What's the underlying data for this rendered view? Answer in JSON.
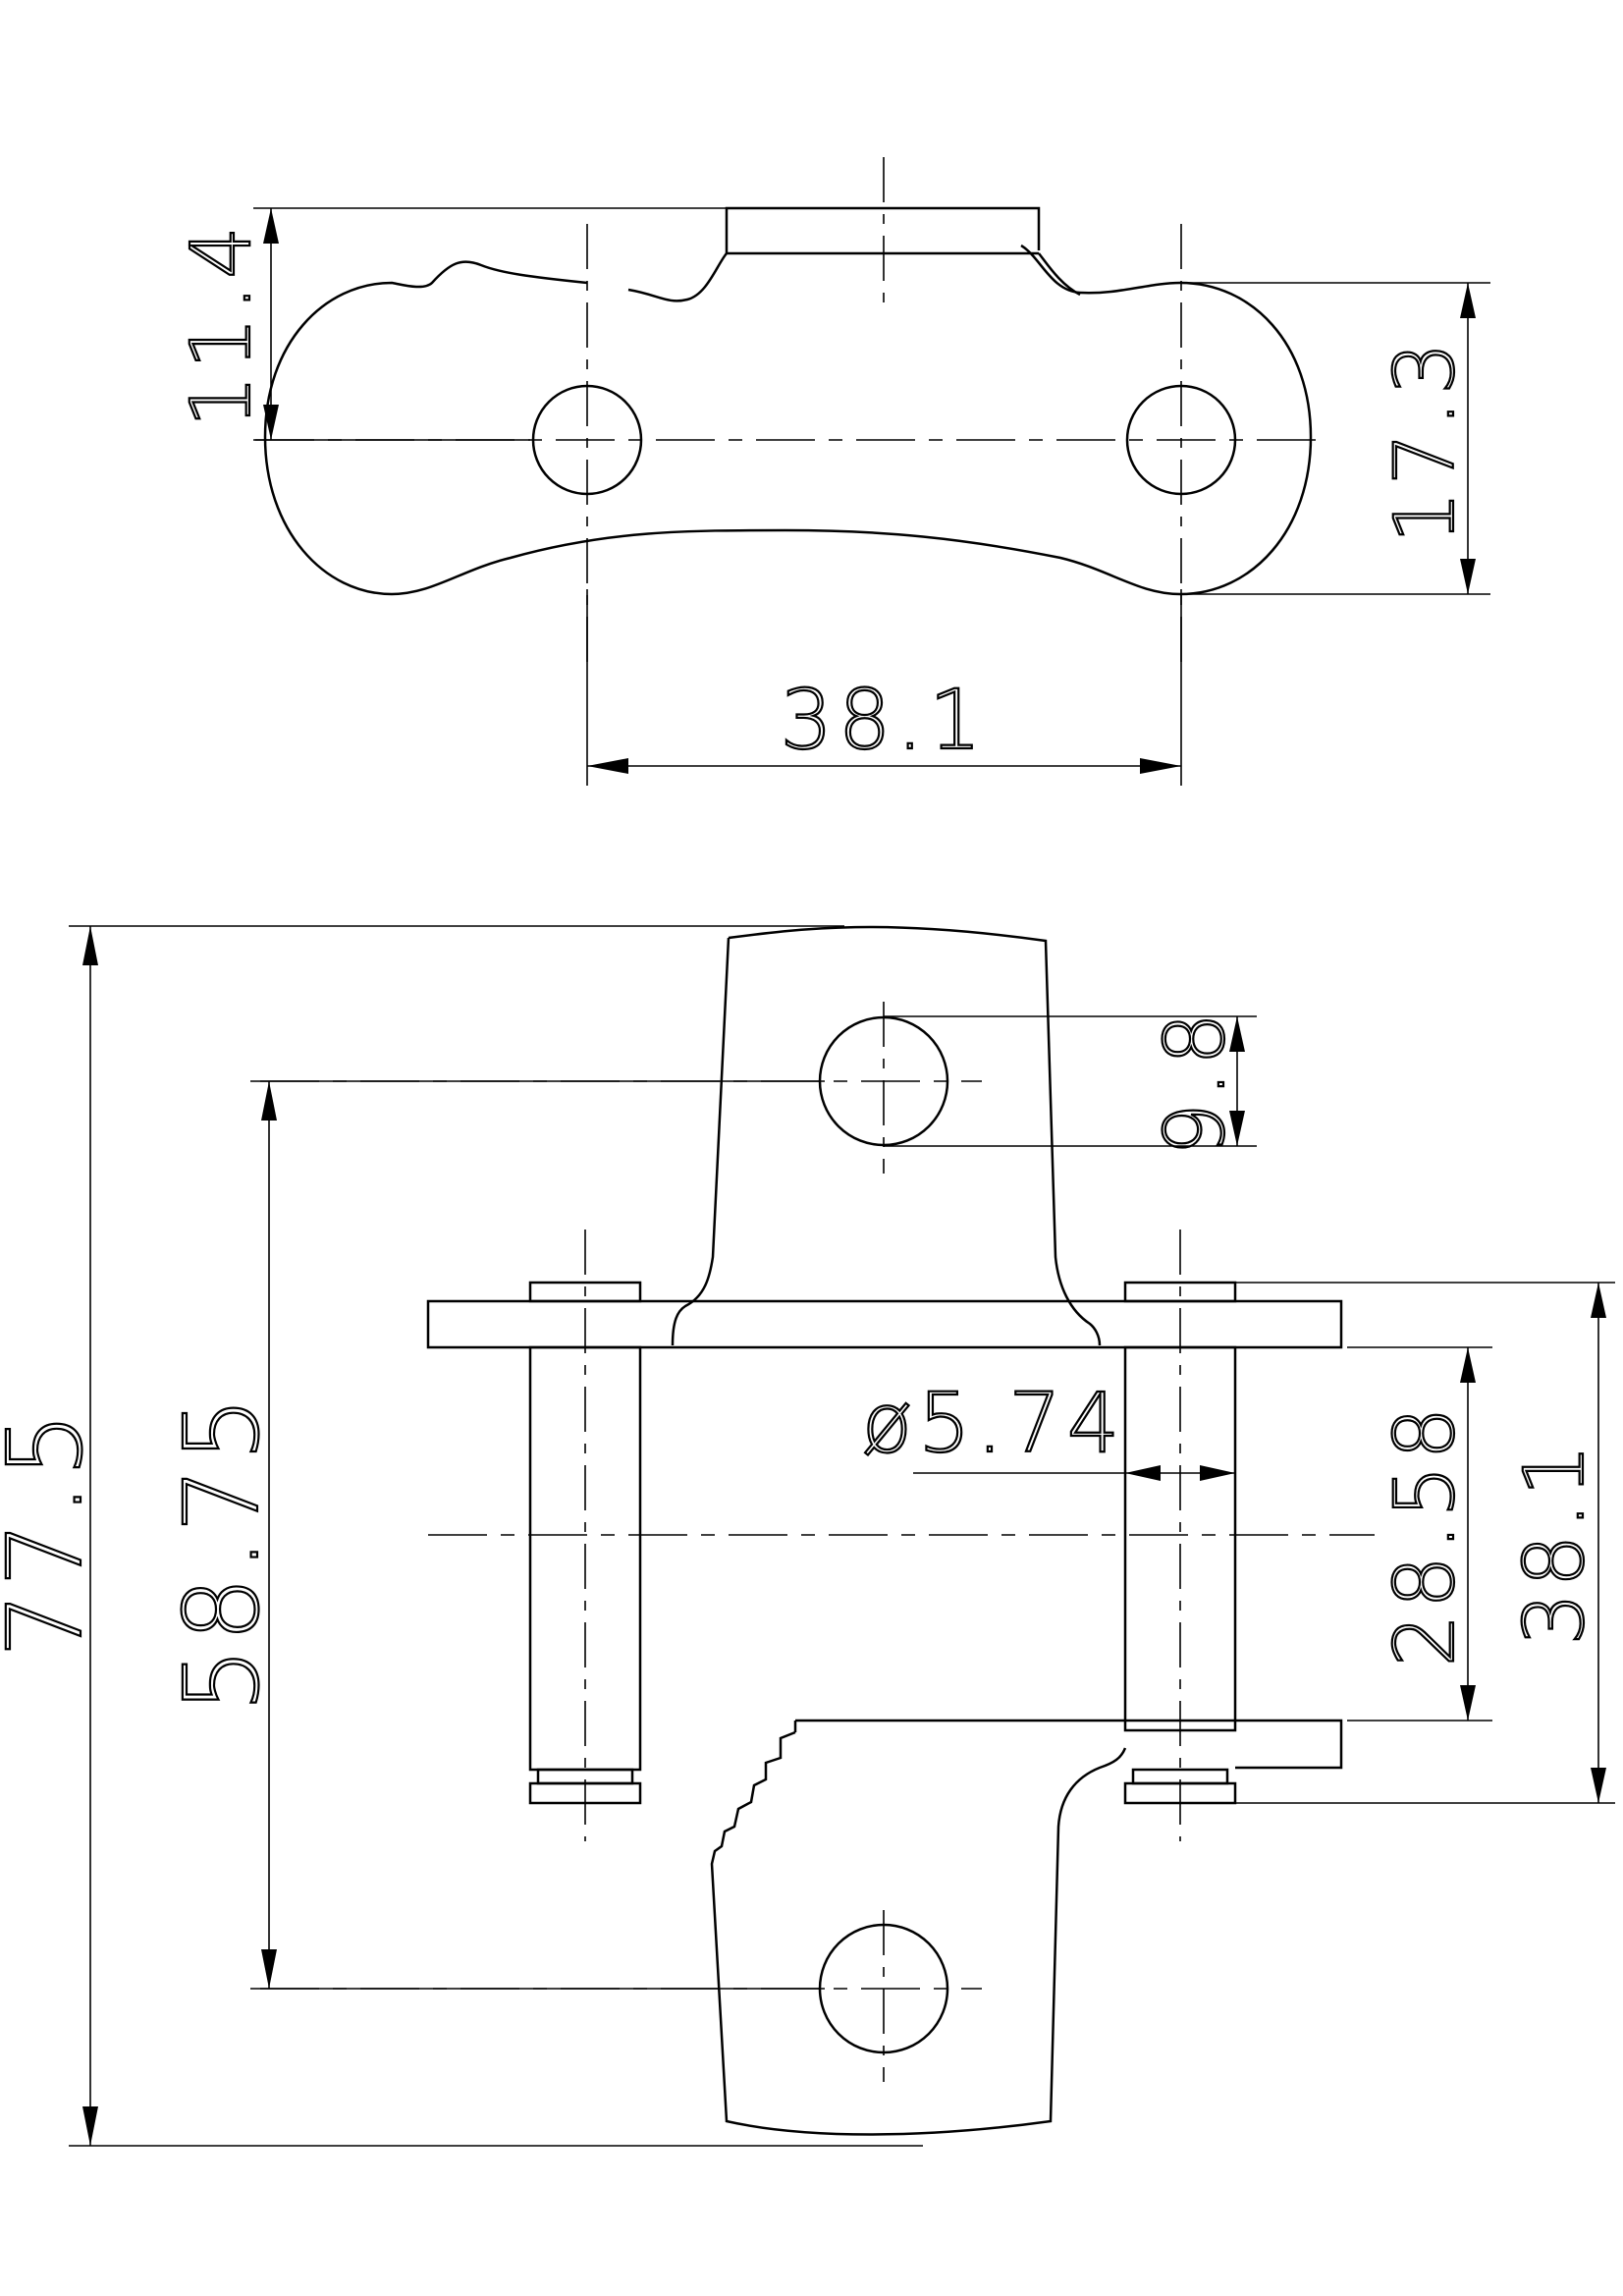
{
  "dimensions": {
    "top_height_11_4": "11.4",
    "top_height_17_3": "17.3",
    "top_pitch_38_1": "38.1",
    "hole_diameter_9_8": "9.8",
    "pin_diameter": "ø5.74",
    "overall_length_77_5": "77.5",
    "hole_spacing_58_75": "58.75",
    "inner_width_28_58": "28.58",
    "outer_width_38_1": "38.1"
  }
}
